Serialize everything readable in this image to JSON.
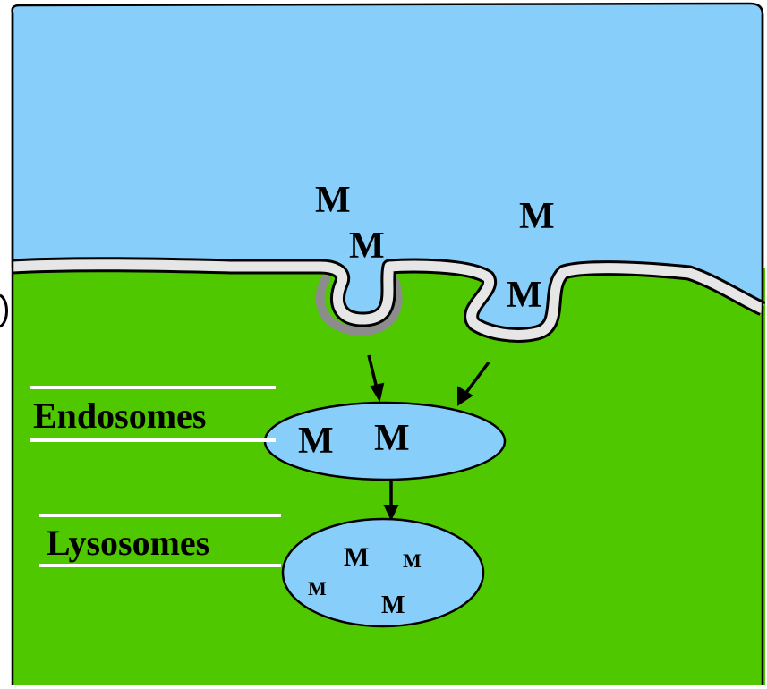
{
  "labels": {
    "endosomes": "Endosomes",
    "lysosomes": "Lysosomes"
  },
  "molecules": {
    "outside_1": "M",
    "outside_2": "M",
    "outside_3": "M",
    "pit_right": "M",
    "endosome_1": "M",
    "endosome_2": "M",
    "lysosome_1": "M",
    "lysosome_2": "M",
    "lysosome_3": "M",
    "lysosome_4": "M"
  },
  "colors": {
    "extracellular": "#87CEFA",
    "cytoplasm": "#4FC800",
    "membrane": "#E6E6E6",
    "coat": "#8C8C8C",
    "vesicle": "#87CEFA",
    "outline": "#000000"
  }
}
